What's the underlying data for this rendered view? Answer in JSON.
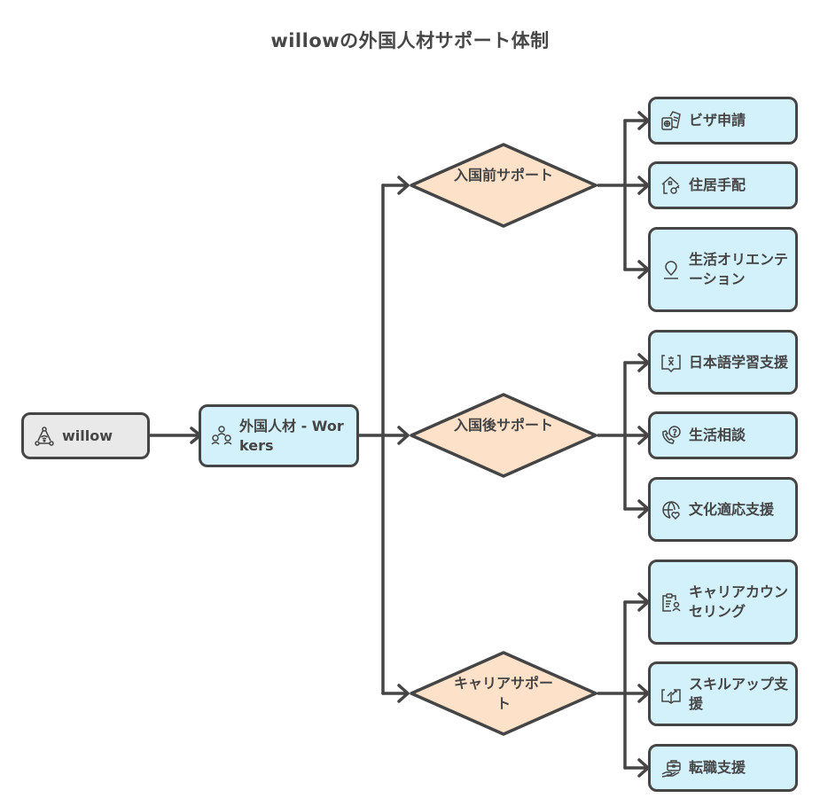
{
  "title": "willowの外国人材サポート体制",
  "root": {
    "label": "willow",
    "icon": "network-hub-icon"
  },
  "hub": {
    "label": "外国人材 - Workers",
    "icon": "people-group-icon"
  },
  "colors": {
    "stroke": "#454545",
    "root_fill": "#e9e9e9",
    "leaf_fill": "#d3f1fb",
    "decision_fill": "#fde1c9"
  },
  "branches": [
    {
      "label": "入国前サポート",
      "leaves": [
        {
          "label": "ビザ申請",
          "icon": "passport-icon"
        },
        {
          "label": "住居手配",
          "icon": "house-key-icon"
        },
        {
          "label": "生活オリエンテーション",
          "icon": "location-pin-icon"
        }
      ]
    },
    {
      "label": "入国後サポート",
      "leaves": [
        {
          "label": "日本語学習支援",
          "icon": "language-book-icon"
        },
        {
          "label": "生活相談",
          "icon": "phone-question-icon"
        },
        {
          "label": "文化適応支援",
          "icon": "globe-heart-icon"
        }
      ]
    },
    {
      "label": "キャリアサポート",
      "leaves": [
        {
          "label": "キャリアカウンセリング",
          "icon": "clipboard-person-icon"
        },
        {
          "label": "スキルアップ支援",
          "icon": "book-growth-icon"
        },
        {
          "label": "転職支援",
          "icon": "briefcase-hand-icon"
        }
      ]
    }
  ]
}
